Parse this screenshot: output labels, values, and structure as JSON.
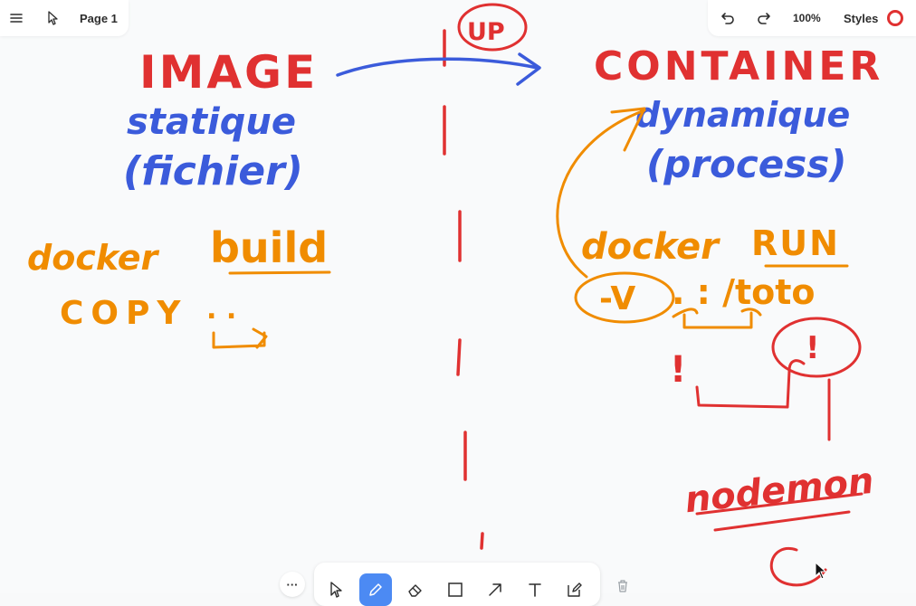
{
  "header": {
    "page_name": "Page 1",
    "zoom": "100%",
    "styles_label": "Styles",
    "current_color": "#e03131"
  },
  "canvas": {
    "background": "#f9fafb",
    "texts": {
      "image": "IMAGE",
      "statique": "statique",
      "fichier": "(fichier)",
      "docker_build_1": "docker",
      "docker_build_2": "build",
      "copy": "COPY",
      "dot_dot": ". .",
      "up": "UP",
      "container": "CONTAINER",
      "dynamique": "dynamique",
      "process": "(process)",
      "docker_run_1": "docker",
      "docker_run_2": "RUN",
      "volume_flag": "-V",
      "volume_path": ". : /toto",
      "bang": "!",
      "bang2": "!",
      "nodemon": "nodemon"
    },
    "colors": {
      "red": "#e03131",
      "blue": "#3b5bdb",
      "orange": "#f08c00"
    }
  },
  "toolbar": {
    "more_label": "···",
    "tools": [
      {
        "name": "select",
        "icon": "pointer-icon"
      },
      {
        "name": "draw",
        "icon": "pencil-icon",
        "active": true
      },
      {
        "name": "eraser",
        "icon": "eraser-icon"
      },
      {
        "name": "rectangle",
        "icon": "rectangle-icon"
      },
      {
        "name": "arrow",
        "icon": "arrow-icon"
      },
      {
        "name": "text",
        "icon": "text-icon"
      },
      {
        "name": "note",
        "icon": "note-icon"
      }
    ]
  }
}
